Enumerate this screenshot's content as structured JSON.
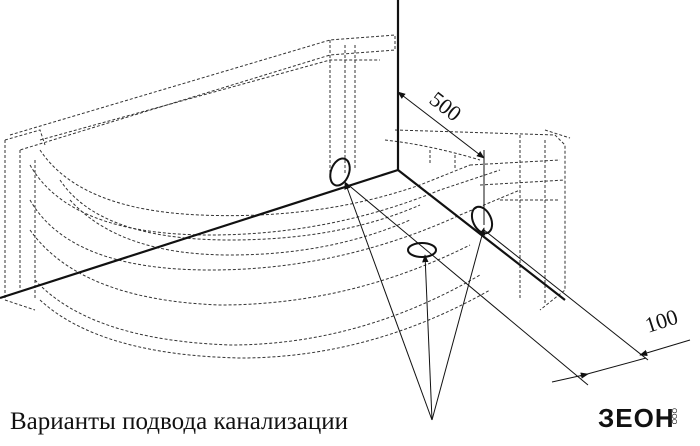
{
  "caption": "Варианты подвода канализации",
  "dimensions": {
    "top_distance": "500",
    "side_distance": "100"
  },
  "logo": {
    "text": "ЗЕОН",
    "small_text": "ООО"
  },
  "colors": {
    "line": "#111111",
    "dashed": "#333333",
    "background": "#ffffff"
  }
}
